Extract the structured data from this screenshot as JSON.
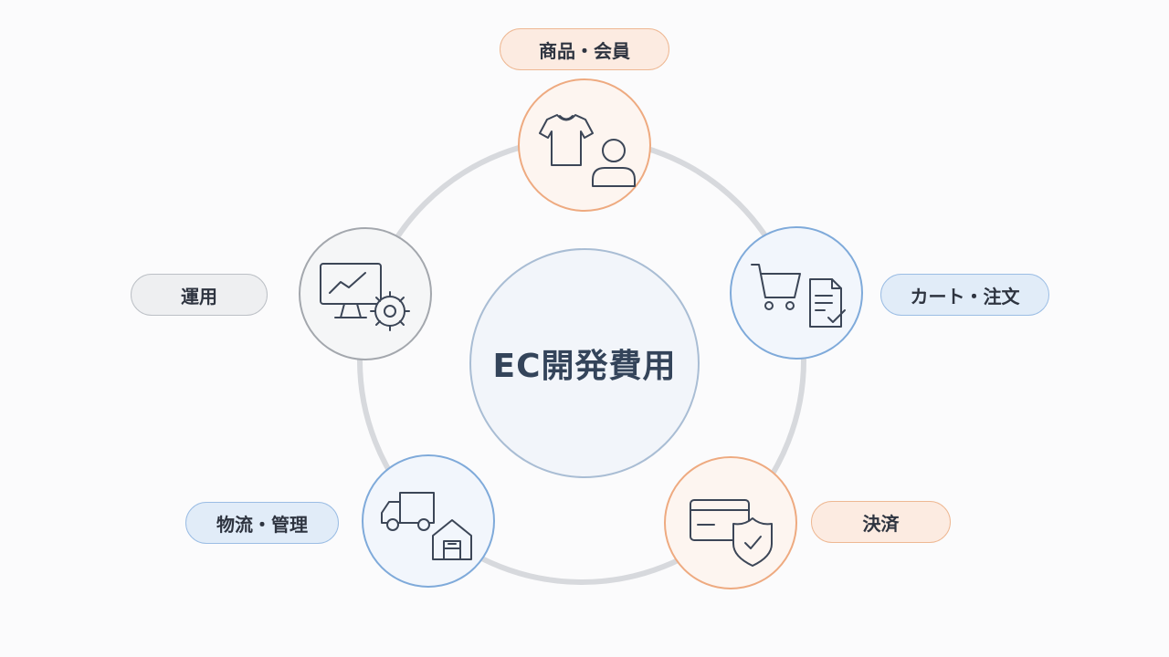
{
  "center": {
    "title": "EC開発費用"
  },
  "nodes": [
    {
      "id": "products",
      "label": "商品・会員",
      "icons": [
        "tshirt-icon",
        "user-icon"
      ],
      "color": "#eeaa80"
    },
    {
      "id": "cart",
      "label": "カート・注文",
      "icons": [
        "cart-icon",
        "order-document-icon"
      ],
      "color": "#7faada"
    },
    {
      "id": "payment",
      "label": "決済",
      "icons": [
        "credit-card-icon",
        "shield-check-icon"
      ],
      "color": "#eeaa80"
    },
    {
      "id": "logistics",
      "label": "物流・管理",
      "icons": [
        "truck-icon",
        "warehouse-icon"
      ],
      "color": "#7faada"
    },
    {
      "id": "operations",
      "label": "運用",
      "icons": [
        "monitor-chart-icon",
        "gear-icon"
      ],
      "color": "#a3a7ad"
    }
  ]
}
